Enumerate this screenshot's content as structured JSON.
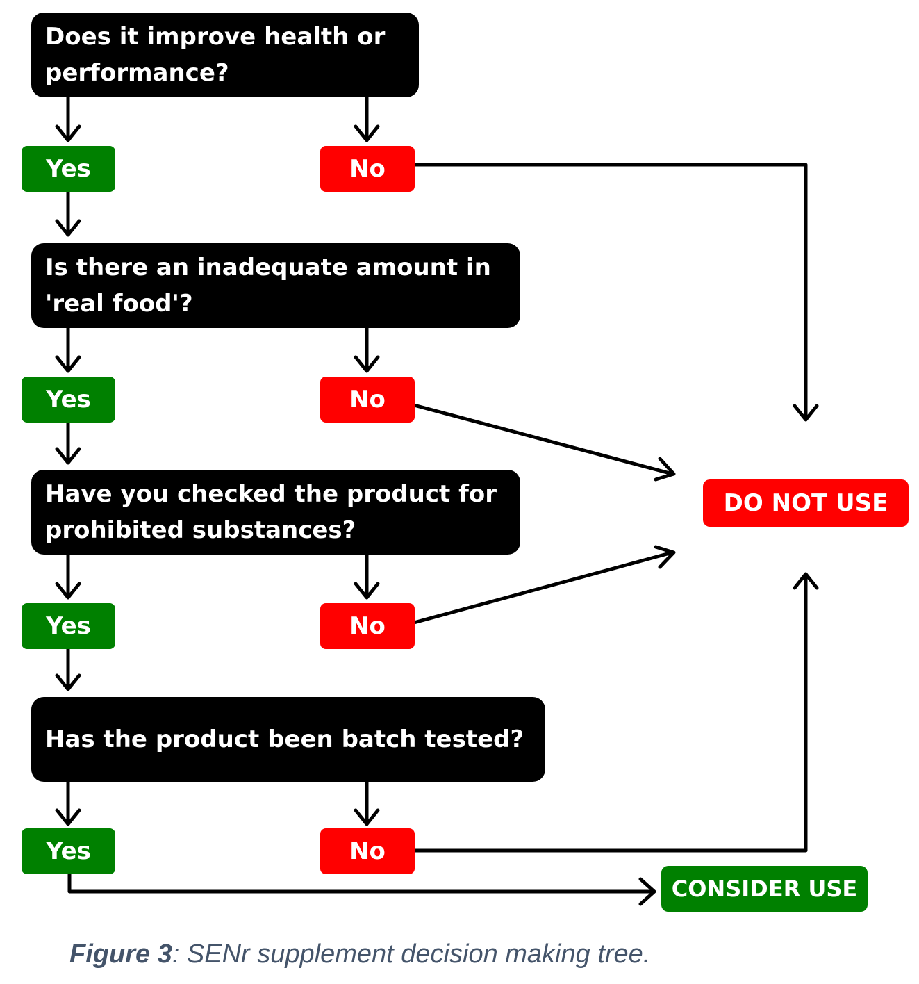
{
  "questions": [
    {
      "text": "Does it improve health or performance?"
    },
    {
      "text": "Is there an inadequate amount in 'real food'?"
    },
    {
      "text": "Have you checked the product for prohibited substances?"
    },
    {
      "text": "Has the product been batch tested?"
    }
  ],
  "answers": {
    "yes": "Yes",
    "no": "No"
  },
  "outcomes": {
    "do_not_use": "DO NOT USE",
    "consider_use": "CONSIDER USE"
  },
  "colors": {
    "yes": "#008000",
    "no": "#ff0000",
    "question": "#000000",
    "caption": "#44546a"
  },
  "caption": {
    "label": "Figure 3",
    "text": ": SENr supplement decision making tree."
  }
}
